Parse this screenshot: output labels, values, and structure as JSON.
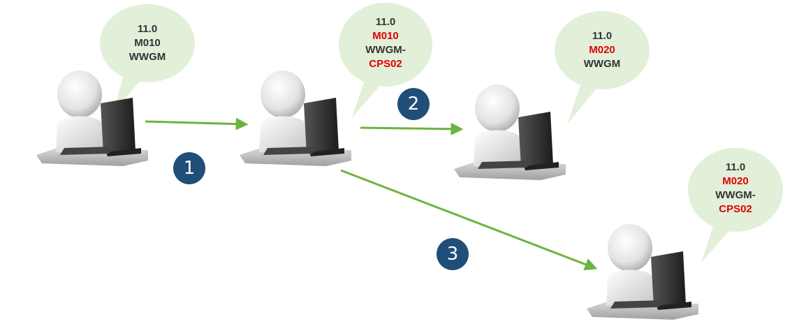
{
  "colors": {
    "bubble": "#e2efd9",
    "arrow": "#6db33f",
    "badge": "#1f4e79",
    "changed": "#e00000",
    "text": "#333333"
  },
  "nodes": [
    {
      "id": "n1",
      "lines": [
        {
          "text": "11.0",
          "changed": false
        },
        {
          "text": "M010",
          "changed": false
        },
        {
          "text": "WWGM",
          "changed": false
        }
      ]
    },
    {
      "id": "n2",
      "lines": [
        {
          "text": "11.0",
          "changed": false
        },
        {
          "text": "M010",
          "changed": true
        },
        {
          "text": "WWGM-",
          "changed": false
        },
        {
          "text": "CPS02",
          "changed": true
        }
      ]
    },
    {
      "id": "n3",
      "lines": [
        {
          "text": "11.0",
          "changed": false
        },
        {
          "text": "M020",
          "changed": true
        },
        {
          "text": "WWGM",
          "changed": false
        }
      ]
    },
    {
      "id": "n4",
      "lines": [
        {
          "text": "11.0",
          "changed": false
        },
        {
          "text": "M020",
          "changed": true
        },
        {
          "text": "WWGM-",
          "changed": false
        },
        {
          "text": "CPS02",
          "changed": true
        }
      ]
    }
  ],
  "steps": [
    {
      "label": "1",
      "from": "n1",
      "to": "n2"
    },
    {
      "label": "2",
      "from": "n2",
      "to": "n3"
    },
    {
      "label": "3",
      "from": "n2",
      "to": "n4"
    }
  ]
}
